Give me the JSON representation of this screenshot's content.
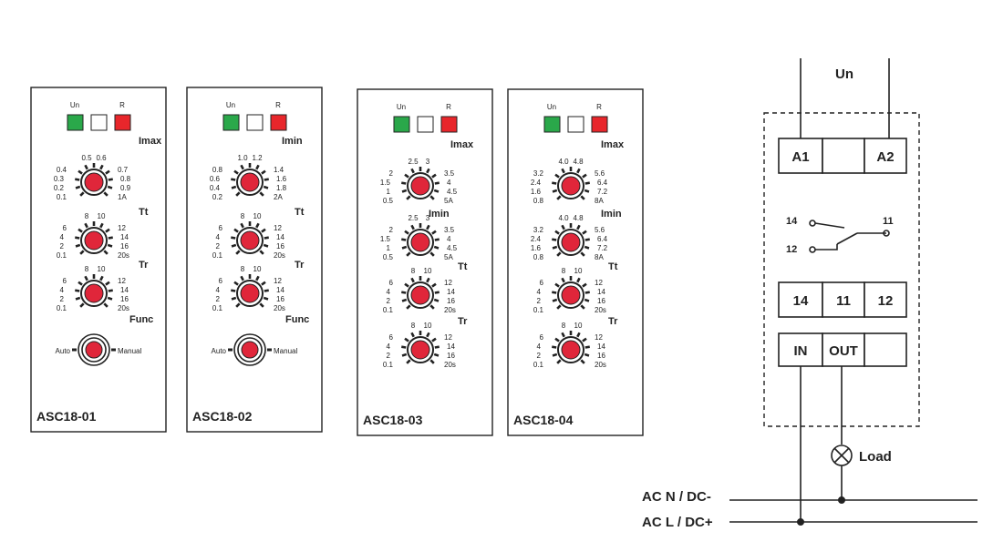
{
  "colors": {
    "green": "#2aa84a",
    "red": "#e8262b",
    "knob": "#e0263a",
    "ink": "#222222"
  },
  "led_labels": {
    "un": "Un",
    "r": "R"
  },
  "panels": [
    {
      "model": "ASC18-01",
      "dials": [
        {
          "title": "Imax",
          "left": [
            "0.4",
            "0.3",
            "0.2",
            "0.1"
          ],
          "top": [
            "0.5",
            "0.6"
          ],
          "right": [
            "0.7",
            "0.8",
            "0.9",
            "1A"
          ]
        },
        {
          "title": "Tt",
          "left": [
            "6",
            "4",
            "2",
            "0.1"
          ],
          "top": [
            "8",
            "10"
          ],
          "right": [
            "12",
            "14",
            "16",
            "20s"
          ]
        },
        {
          "title": "Tr",
          "left": [
            "6",
            "4",
            "2",
            "0.1"
          ],
          "top": [
            "8",
            "10"
          ],
          "right": [
            "12",
            "14",
            "16",
            "20s"
          ]
        }
      ],
      "func": {
        "title": "Func",
        "left": "Auto",
        "right": "Manual"
      }
    },
    {
      "model": "ASC18-02",
      "dials": [
        {
          "title": "Imin",
          "left": [
            "0.8",
            "0.6",
            "0.4",
            "0.2"
          ],
          "top": [
            "1.0",
            "1.2"
          ],
          "right": [
            "1.4",
            "1.6",
            "1.8",
            "2A"
          ]
        },
        {
          "title": "Tt",
          "left": [
            "6",
            "4",
            "2",
            "0.1"
          ],
          "top": [
            "8",
            "10"
          ],
          "right": [
            "12",
            "14",
            "16",
            "20s"
          ]
        },
        {
          "title": "Tr",
          "left": [
            "6",
            "4",
            "2",
            "0.1"
          ],
          "top": [
            "8",
            "10"
          ],
          "right": [
            "12",
            "14",
            "16",
            "20s"
          ]
        }
      ],
      "func": {
        "title": "Func",
        "left": "Auto",
        "right": "Manual"
      }
    },
    {
      "model": "ASC18-03",
      "dials": [
        {
          "title": "Imax",
          "left": [
            "2",
            "1.5",
            "1",
            "0.5"
          ],
          "top": [
            "2.5",
            "3"
          ],
          "right": [
            "3.5",
            "4",
            "4.5",
            "5A"
          ]
        },
        {
          "title": "Imin",
          "left": [
            "2",
            "1.5",
            "1",
            "0.5"
          ],
          "top": [
            "2.5",
            "3"
          ],
          "right": [
            "3.5",
            "4",
            "4.5",
            "5A"
          ]
        },
        {
          "title": "Tt",
          "left": [
            "6",
            "4",
            "2",
            "0.1"
          ],
          "top": [
            "8",
            "10"
          ],
          "right": [
            "12",
            "14",
            "16",
            "20s"
          ]
        },
        {
          "title": "Tr",
          "left": [
            "6",
            "4",
            "2",
            "0.1"
          ],
          "top": [
            "8",
            "10"
          ],
          "right": [
            "12",
            "14",
            "16",
            "20s"
          ]
        }
      ]
    },
    {
      "model": "ASC18-04",
      "dials": [
        {
          "title": "Imax",
          "left": [
            "3.2",
            "2.4",
            "1.6",
            "0.8"
          ],
          "top": [
            "4.0",
            "4.8"
          ],
          "right": [
            "5.6",
            "6.4",
            "7.2",
            "8A"
          ]
        },
        {
          "title": "Imin",
          "left": [
            "3.2",
            "2.4",
            "1.6",
            "0.8"
          ],
          "top": [
            "4.0",
            "4.8"
          ],
          "right": [
            "5.6",
            "6.4",
            "7.2",
            "8A"
          ]
        },
        {
          "title": "Tt",
          "left": [
            "6",
            "4",
            "2",
            "0.1"
          ],
          "top": [
            "8",
            "10"
          ],
          "right": [
            "12",
            "14",
            "16",
            "20s"
          ]
        },
        {
          "title": "Tr",
          "left": [
            "6",
            "4",
            "2",
            "0.1"
          ],
          "top": [
            "8",
            "10"
          ],
          "right": [
            "12",
            "14",
            "16",
            "20s"
          ]
        }
      ]
    }
  ],
  "wiring": {
    "supply_label": "Un",
    "top_terminals": [
      "A1",
      "",
      "A2"
    ],
    "contact_labels": {
      "c14": "14",
      "c11": "11",
      "c12": "12"
    },
    "relay_terminals": [
      "14",
      "11",
      "12"
    ],
    "io_terminals": [
      "IN",
      "OUT",
      ""
    ],
    "load_label": "Load",
    "bus_top": "AC N / DC-",
    "bus_bottom": "AC L / DC+"
  }
}
